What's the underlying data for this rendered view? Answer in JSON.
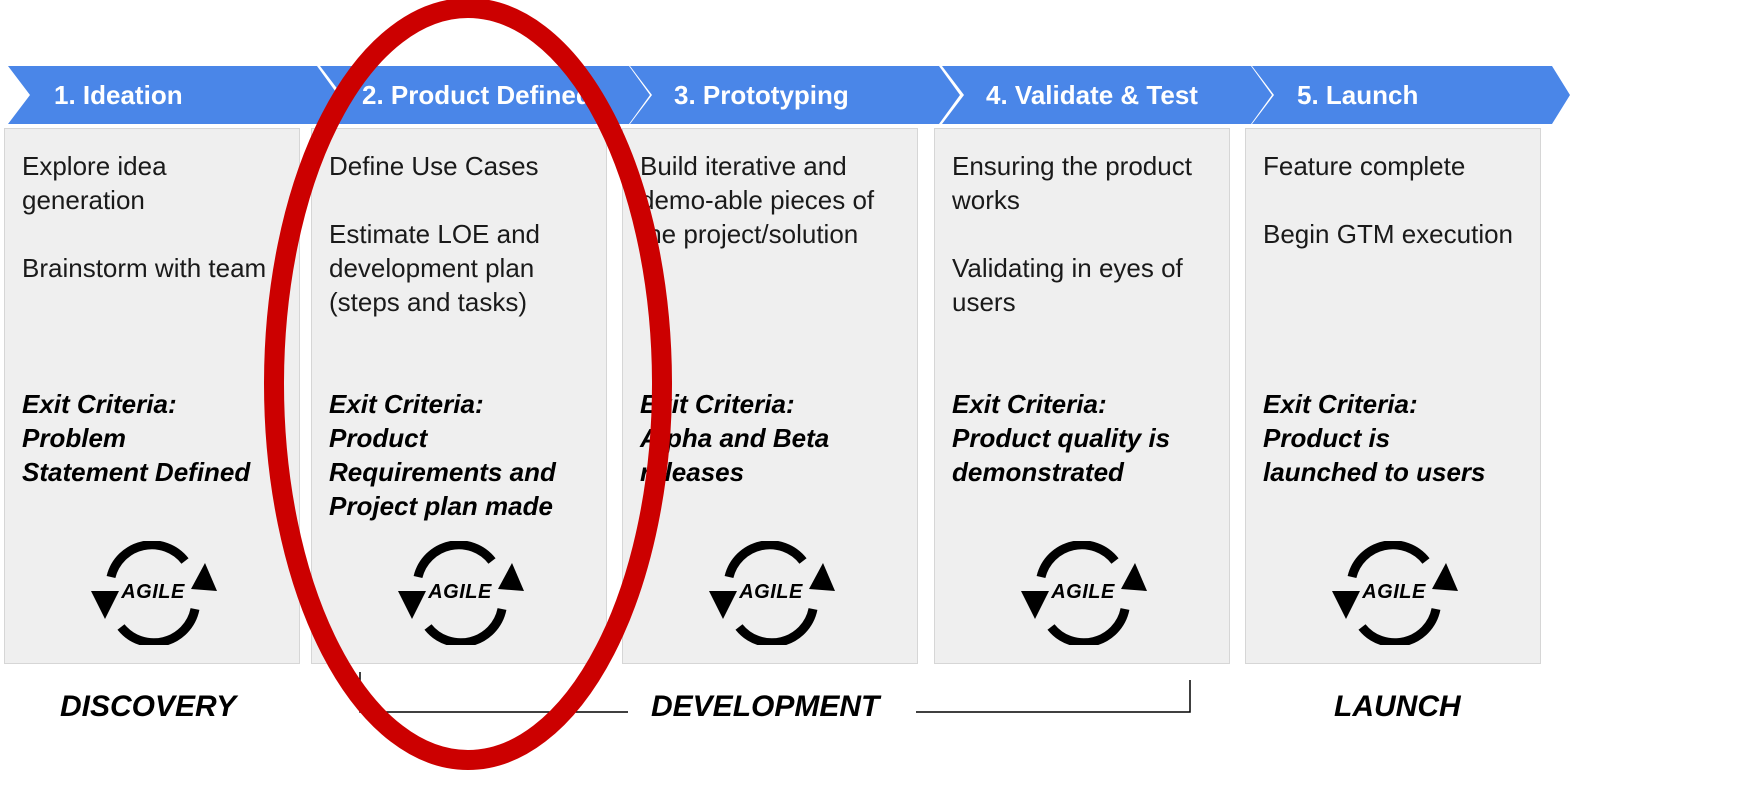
{
  "colors": {
    "chevron_blue": "#4a86e8",
    "card_bg": "#efefef",
    "highlight_red": "#cc0000"
  },
  "stages": [
    {
      "label": "1. Ideation",
      "paragraphs": [
        "Explore idea generation",
        "Brainstorm with team"
      ],
      "exit_label": "Exit Criteria:",
      "exit_lines": [
        "Problem",
        "Statement Defined"
      ],
      "icon": "agile-cycle-icon",
      "icon_label": "AGILE"
    },
    {
      "label": "2. Product Defined",
      "paragraphs": [
        "Define Use Cases",
        "Estimate LOE and development plan (steps and tasks)"
      ],
      "exit_label": "Exit Criteria:",
      "exit_lines": [
        "Product",
        "Requirements and",
        "Project plan made"
      ],
      "icon": "agile-cycle-icon",
      "icon_label": "AGILE"
    },
    {
      "label": "3. Prototyping",
      "paragraphs": [
        "Build iterative and demo-able pieces of the project/solution"
      ],
      "exit_label": "Exit Criteria:",
      "exit_lines": [
        "Alpha and Beta",
        "releases"
      ],
      "icon": "agile-cycle-icon",
      "icon_label": "AGILE"
    },
    {
      "label": "4. Validate & Test",
      "paragraphs": [
        "Ensuring the product works",
        "Validating in eyes of users"
      ],
      "exit_label": "Exit Criteria:",
      "exit_lines": [
        "Product quality is",
        "demonstrated"
      ],
      "icon": "agile-cycle-icon",
      "icon_label": "AGILE"
    },
    {
      "label": "5. Launch",
      "paragraphs": [
        "Feature complete",
        "Begin GTM execution"
      ],
      "exit_label": "Exit Criteria:",
      "exit_lines": [
        "Product is",
        "launched to users"
      ],
      "icon": "agile-cycle-icon",
      "icon_label": "AGILE"
    }
  ],
  "phases": {
    "discovery": "DISCOVERY",
    "development": "DEVELOPMENT",
    "launch": "LAUNCH"
  }
}
